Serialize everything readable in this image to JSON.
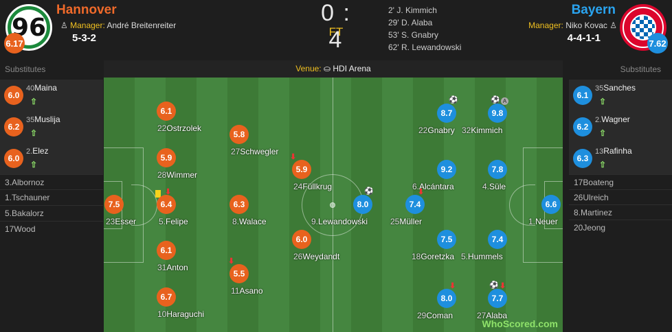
{
  "home": {
    "name": "Hannover",
    "manager_label": "Manager:",
    "manager": "André Breitenreiter",
    "formation": "5-3-2",
    "rating": "6.17",
    "color": "#f06a2a",
    "logo_text": "96",
    "substitutes": [
      {
        "rating": "6.0",
        "number": "40",
        "name": "Maina"
      },
      {
        "rating": "6.2",
        "number": "35",
        "name": "Muslija"
      },
      {
        "rating": "6.0",
        "number": "2.",
        "name": "Elez"
      }
    ],
    "bench": [
      {
        "number": "3.",
        "name": "Albornoz"
      },
      {
        "number": "1.",
        "name": "Tschauner"
      },
      {
        "number": "5.",
        "name": "Bakalorz"
      },
      {
        "number": "17",
        "name": "Wood"
      }
    ],
    "players": [
      {
        "rating": "7.5",
        "number": "23",
        "name": "Esser"
      },
      {
        "rating": "6.1",
        "number": "22",
        "name": "Ostrzolek"
      },
      {
        "rating": "5.9",
        "number": "28",
        "name": "Wimmer"
      },
      {
        "rating": "6.4",
        "number": "5.",
        "name": "Felipe"
      },
      {
        "rating": "6.1",
        "number": "31",
        "name": "Anton"
      },
      {
        "rating": "6.7",
        "number": "10",
        "name": "Haraguchi"
      },
      {
        "rating": "5.8",
        "number": "27",
        "name": "Schwegler"
      },
      {
        "rating": "6.3",
        "number": "8.",
        "name": "Walace"
      },
      {
        "rating": "5.5",
        "number": "11",
        "name": "Asano"
      },
      {
        "rating": "5.9",
        "number": "24",
        "name": "Füllkrug"
      },
      {
        "rating": "6.0",
        "number": "26",
        "name": "Weydandt"
      }
    ]
  },
  "away": {
    "name": "Bayern",
    "manager_label": "Manager:",
    "manager": "Niko Kovac",
    "formation": "4-4-1-1",
    "rating": "7.62",
    "color": "#2aa4f0",
    "substitutes": [
      {
        "rating": "6.1",
        "number": "35",
        "name": "Sanches"
      },
      {
        "rating": "6.2",
        "number": "2.",
        "name": "Wagner"
      },
      {
        "rating": "6.3",
        "number": "13",
        "name": "Rafinha"
      }
    ],
    "bench": [
      {
        "number": "17",
        "name": "Boateng"
      },
      {
        "number": "26",
        "name": "Ulreich"
      },
      {
        "number": "8.",
        "name": "Martinez"
      },
      {
        "number": "20",
        "name": "Jeong"
      }
    ],
    "players": [
      {
        "rating": "6.6",
        "number": "1.",
        "name": "Neuer"
      },
      {
        "rating": "8.7",
        "number": "22",
        "name": "Gnabry"
      },
      {
        "rating": "9.8",
        "number": "32",
        "name": "Kimmich"
      },
      {
        "rating": "9.2",
        "number": "6.",
        "name": "Alcántara"
      },
      {
        "rating": "7.8",
        "number": "4.",
        "name": "Süle"
      },
      {
        "rating": "7.4",
        "number": "25",
        "name": "Müller"
      },
      {
        "rating": "7.5",
        "number": "18",
        "name": "Goretzka"
      },
      {
        "rating": "7.4",
        "number": "5.",
        "name": "Hummels"
      },
      {
        "rating": "8.0",
        "number": "29",
        "name": "Coman"
      },
      {
        "rating": "7.7",
        "number": "27",
        "name": "Alaba"
      },
      {
        "rating": "8.0",
        "number": "9.",
        "name": "Lewandowski"
      }
    ]
  },
  "score": "0 : 4",
  "status": "FT",
  "goals": [
    {
      "minute": "2'",
      "player": "J. Kimmich"
    },
    {
      "minute": "29'",
      "player": "D. Alaba"
    },
    {
      "minute": "53'",
      "player": "S. Gnabry"
    },
    {
      "minute": "62'",
      "player": "R. Lewandowski"
    }
  ],
  "substitutes_label": "Substitutes",
  "venue_label": "Venue:",
  "venue": "HDI Arena",
  "brand": {
    "main": "WhoScored",
    "suffix": ".com"
  }
}
